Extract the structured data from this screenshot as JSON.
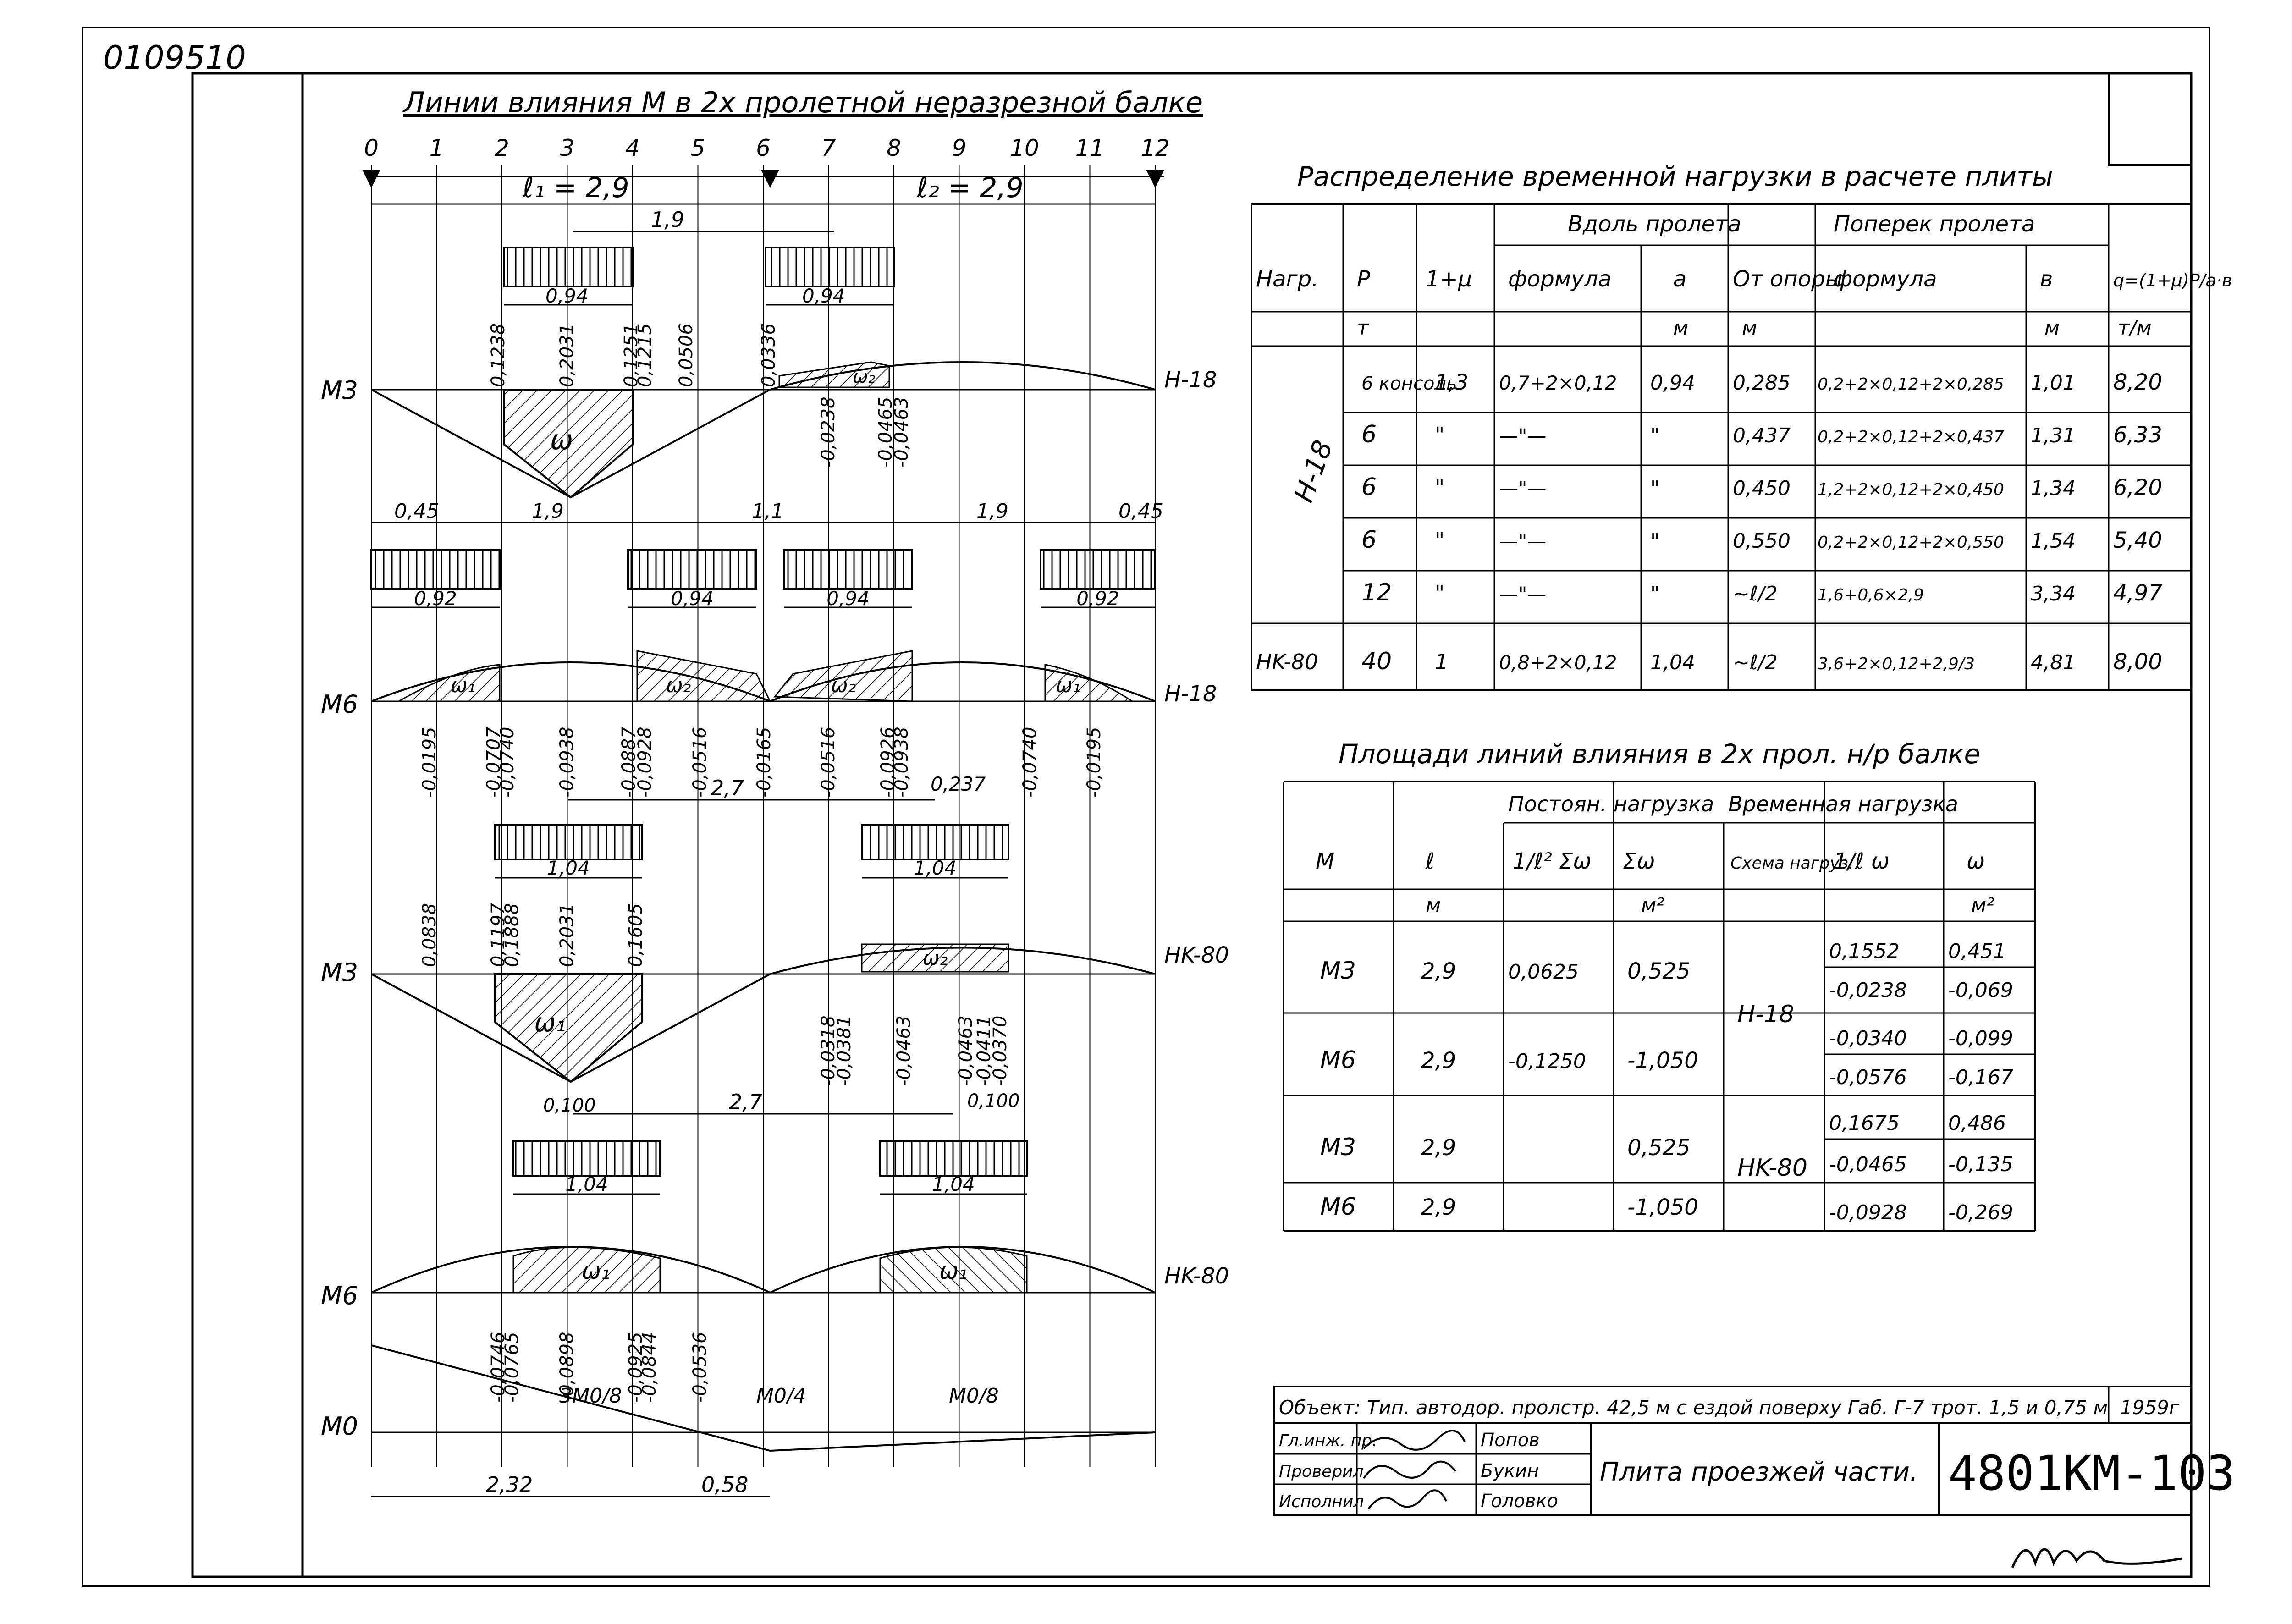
{
  "corner_code": "0109510",
  "influence": {
    "title": "Линии влияния M в 2х пролетной неразрезной балке",
    "node_labels": [
      "0",
      "1",
      "2",
      "3",
      "4",
      "5",
      "6",
      "7",
      "8",
      "9",
      "10",
      "11",
      "12"
    ],
    "span1_label": "ℓ₁ = 2,9",
    "span2_label": "ℓ₂ = 2,9",
    "panel_A": {
      "name": "M3",
      "load": "H-18",
      "dim_top": "1,9",
      "dim_w1": "0,94",
      "dim_w2": "0,94",
      "omega": "ω",
      "omega2": "ω₂",
      "vals": [
        "0,1238",
        "0,2031",
        "0,1251",
        "0,1215",
        "0,0506",
        "0,0336"
      ],
      "neg_vals": [
        "-0,0238",
        "-0,0465",
        "-0,0463"
      ]
    },
    "panel_B": {
      "name": "M6",
      "load": "H-18",
      "dims": [
        "0,45",
        "1,9",
        "1,1",
        "1,9",
        "0,45"
      ],
      "widths": [
        "0,92",
        "0,94",
        "0,94",
        "0,92"
      ],
      "omegas": [
        "ω₁",
        "ω₂",
        "ω₂",
        "ω₁"
      ],
      "vals": [
        "-0,0195",
        "-0,0707",
        "-0,0740",
        "-0,0938",
        "-0,0887",
        "-0,0928",
        "-0,0516",
        "-0,0165",
        "-0,0516",
        "-0,0926",
        "-0,0938",
        "-0,0740",
        "-0,0195"
      ]
    },
    "panel_C": {
      "name": "M3",
      "load": "HK-80",
      "dim_top": "2,7",
      "dim_small": "0,237",
      "widths": [
        "1,04",
        "1,04"
      ],
      "omegas": [
        "ω₁",
        "ω₂"
      ],
      "vals": [
        "0,0838",
        "0,1197",
        "0,1888",
        "0,2031",
        "0,1605"
      ],
      "neg_vals": [
        "-0,0318",
        "-0,0381",
        "-0,0463",
        "-0,0463",
        "-0,0411",
        "-0,0370"
      ]
    },
    "panel_D": {
      "name": "M6",
      "load": "HK-80",
      "dim_top": "2,7",
      "p_left": "0,100",
      "p_right": "0,100",
      "widths": [
        "1,04",
        "1,04"
      ],
      "omegas": [
        "ω₁",
        "ω₁"
      ],
      "vals": [
        "-0,0746",
        "-0,0765",
        "-0,0898",
        "-0,0925",
        "-0,0844",
        "-0,0536"
      ]
    },
    "panel_E": {
      "name": "M0",
      "lbl_left": "3M0/8",
      "lbl_mid": "M0/4",
      "lbl_right": "M0/8",
      "dim_left": "2,32",
      "dim_right": "0,58"
    }
  },
  "table1": {
    "title": "Распределение временной нагрузки в расчете плиты",
    "group_along": "Вдоль пролета",
    "group_across": "Поперек пролета",
    "headers": [
      "Нагр.",
      "P",
      "1+μ",
      "формула",
      "a",
      "От опоры",
      "формула",
      "в",
      "q=(1+μ)P/a·в"
    ],
    "units": [
      "",
      "т",
      "",
      "",
      "м",
      "м",
      "",
      "м",
      "т/м"
    ],
    "load_h18": "H-18",
    "rows": [
      {
        "load": "H-18",
        "p": "6 консоль",
        "mu": "1,3",
        "f1": "0,7+2×0,12",
        "a": "0,94",
        "c": "0,285",
        "f2": "0,2+2×0,12+2×0,285",
        "b": "1,01",
        "q": "8,20"
      },
      {
        "load": "",
        "p": "6",
        "mu": "\"",
        "f1": "—\"—",
        "a": "\"",
        "c": "0,437",
        "f2": "0,2+2×0,12+2×0,437",
        "b": "1,31",
        "q": "6,33"
      },
      {
        "load": "",
        "p": "6",
        "mu": "\"",
        "f1": "—\"—",
        "a": "\"",
        "c": "0,450",
        "f2": "1,2+2×0,12+2×0,450",
        "b": "1,34",
        "q": "6,20"
      },
      {
        "load": "",
        "p": "6",
        "mu": "\"",
        "f1": "—\"—",
        "a": "\"",
        "c": "0,550",
        "f2": "0,2+2×0,12+2×0,550",
        "b": "1,54",
        "q": "5,40"
      },
      {
        "load": "",
        "p": "12",
        "mu": "\"",
        "f1": "—\"—",
        "a": "\"",
        "c": "~ℓ/2",
        "f2": "1,6+0,6×2,9",
        "b": "3,34",
        "q": "4,97"
      },
      {
        "load": "HK-80",
        "p": "40",
        "mu": "1",
        "f1": "0,8+2×0,12",
        "a": "1,04",
        "c": "~ℓ/2",
        "f2": "3,6+2×0,12+2,9/3",
        "b": "4,81",
        "q": "8,00"
      }
    ]
  },
  "table2": {
    "title": "Площади линий влияния в 2х прол. н/р балке",
    "group_const": "Постоян. нагрузка",
    "group_temp": "Временная нагрузка",
    "headers": [
      "M",
      "ℓ",
      "1/ℓ² Σω",
      "Σω",
      "Схема нагруз.",
      "1/ℓ ω",
      "ω"
    ],
    "units": [
      "",
      "м",
      "",
      "м²",
      "",
      "",
      "м²"
    ],
    "rows": [
      {
        "m": "M3",
        "l": "2,9",
        "a": "0,0625",
        "s": "0,525",
        "scheme": "H-18",
        "r1": [
          "0,1552",
          "-0,0238"
        ],
        "r2": [
          "0,451",
          "-0,069"
        ]
      },
      {
        "m": "M6",
        "l": "2,9",
        "a": "-0,1250",
        "s": "-1,050",
        "scheme": "",
        "r1": [
          "-0,0340",
          "-0,0576"
        ],
        "r2": [
          "-0,099",
          "-0,167"
        ]
      },
      {
        "m": "M3",
        "l": "2,9",
        "a": "",
        "s": "0,525",
        "scheme": "HK-80",
        "r1": [
          "0,1675",
          "-0,0465"
        ],
        "r2": [
          "0,486",
          "-0,135"
        ]
      },
      {
        "m": "M6",
        "l": "2,9",
        "a": "",
        "s": "-1,050",
        "scheme": "",
        "r1": [
          "-0,0928"
        ],
        "r2": [
          "-0,269"
        ]
      }
    ]
  },
  "stamp": {
    "object": "Объект: Тип. автодор. пролстр. 42,5 м с ездой поверху Габ. Г-7 трот. 1,5 и 0,75 м",
    "year": "1959г",
    "roles": [
      "Гл.инж. пр.",
      "Проверил",
      "Исполнил"
    ],
    "names": [
      "Попов",
      "Букин",
      "Головко"
    ],
    "title": "Плита проезжей части.",
    "code": "4801КМ-103"
  }
}
